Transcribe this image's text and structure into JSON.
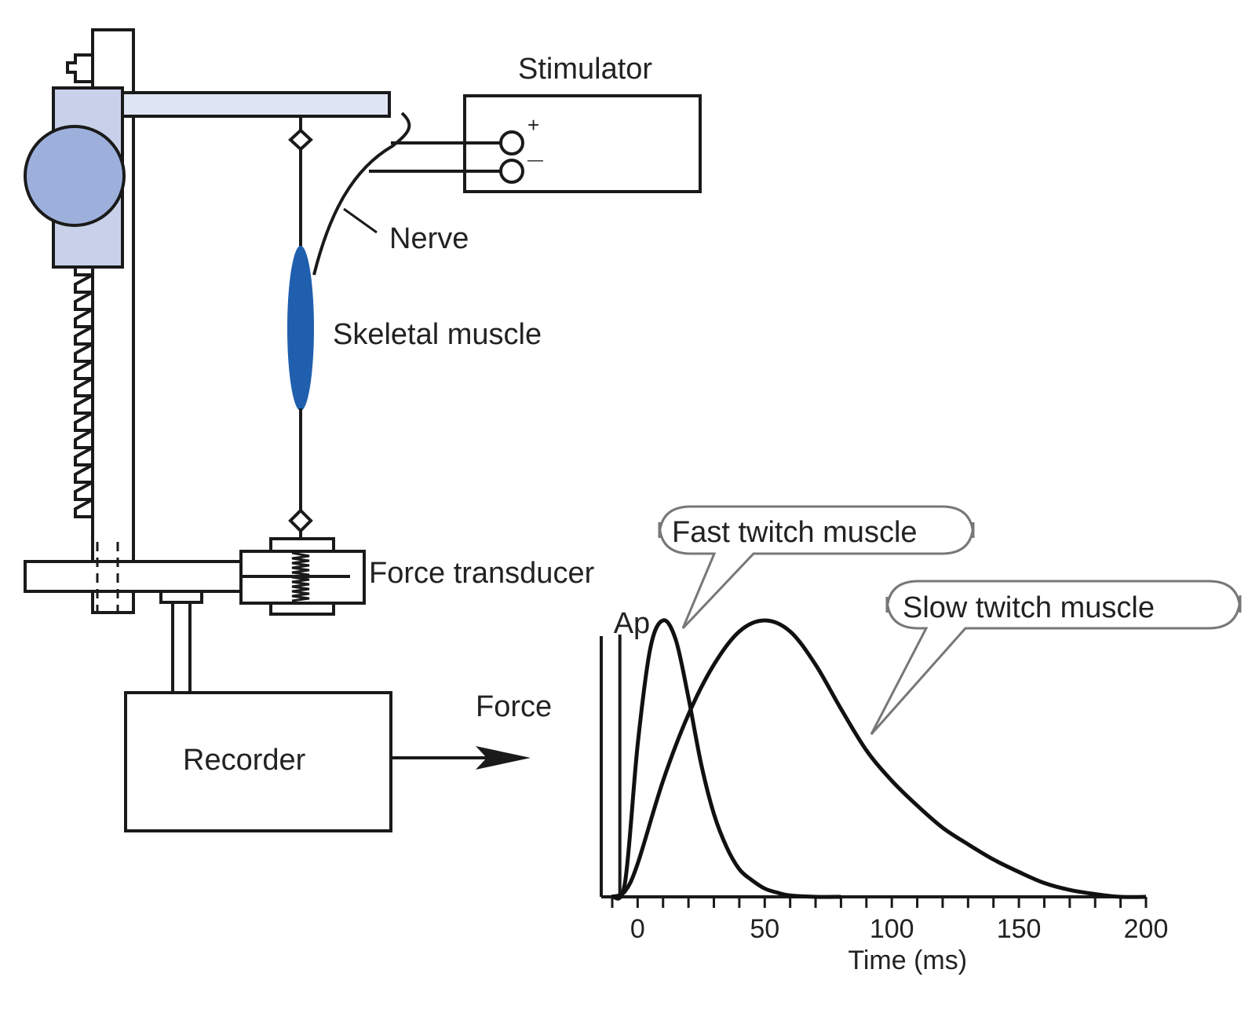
{
  "labels": {
    "stimulator": "Stimulator",
    "plus": "+",
    "minus": "—",
    "nerve": "Nerve",
    "skeletal_muscle": "Skeletal muscle",
    "force_transducer": "Force transducer",
    "recorder": "Recorder",
    "force": "Force"
  },
  "colors": {
    "stand_fill": "#c9d1ea",
    "knob_fill": "#9db0dc",
    "muscle_fill": "#1f5fae",
    "line": "#1a1a1a"
  },
  "chart_data": {
    "type": "line",
    "xlabel": "Time (ms)",
    "ylabel": "Force",
    "xlim": [
      -10,
      200
    ],
    "x_ticks": [
      0,
      50,
      100,
      150,
      200
    ],
    "ap_label": "Ap",
    "ap_x": -7,
    "series": [
      {
        "name": "Fast twitch muscle",
        "x": [
          -10,
          -5,
          0,
          5,
          10,
          15,
          20,
          25,
          30,
          35,
          40,
          45,
          50,
          55,
          60,
          70,
          80
        ],
        "y": [
          0,
          0.05,
          0.55,
          0.9,
          1.0,
          0.93,
          0.72,
          0.48,
          0.3,
          0.18,
          0.1,
          0.06,
          0.03,
          0.015,
          0.005,
          0.0,
          0.0
        ]
      },
      {
        "name": "Slow twitch muscle",
        "x": [
          -10,
          -5,
          0,
          10,
          20,
          30,
          40,
          50,
          60,
          70,
          80,
          90,
          100,
          110,
          120,
          130,
          140,
          150,
          160,
          170,
          180,
          190,
          200
        ],
        "y": [
          0,
          0.02,
          0.12,
          0.42,
          0.66,
          0.84,
          0.96,
          1.0,
          0.96,
          0.84,
          0.68,
          0.53,
          0.42,
          0.33,
          0.25,
          0.19,
          0.135,
          0.09,
          0.05,
          0.025,
          0.01,
          0.0,
          0.0
        ]
      }
    ]
  }
}
